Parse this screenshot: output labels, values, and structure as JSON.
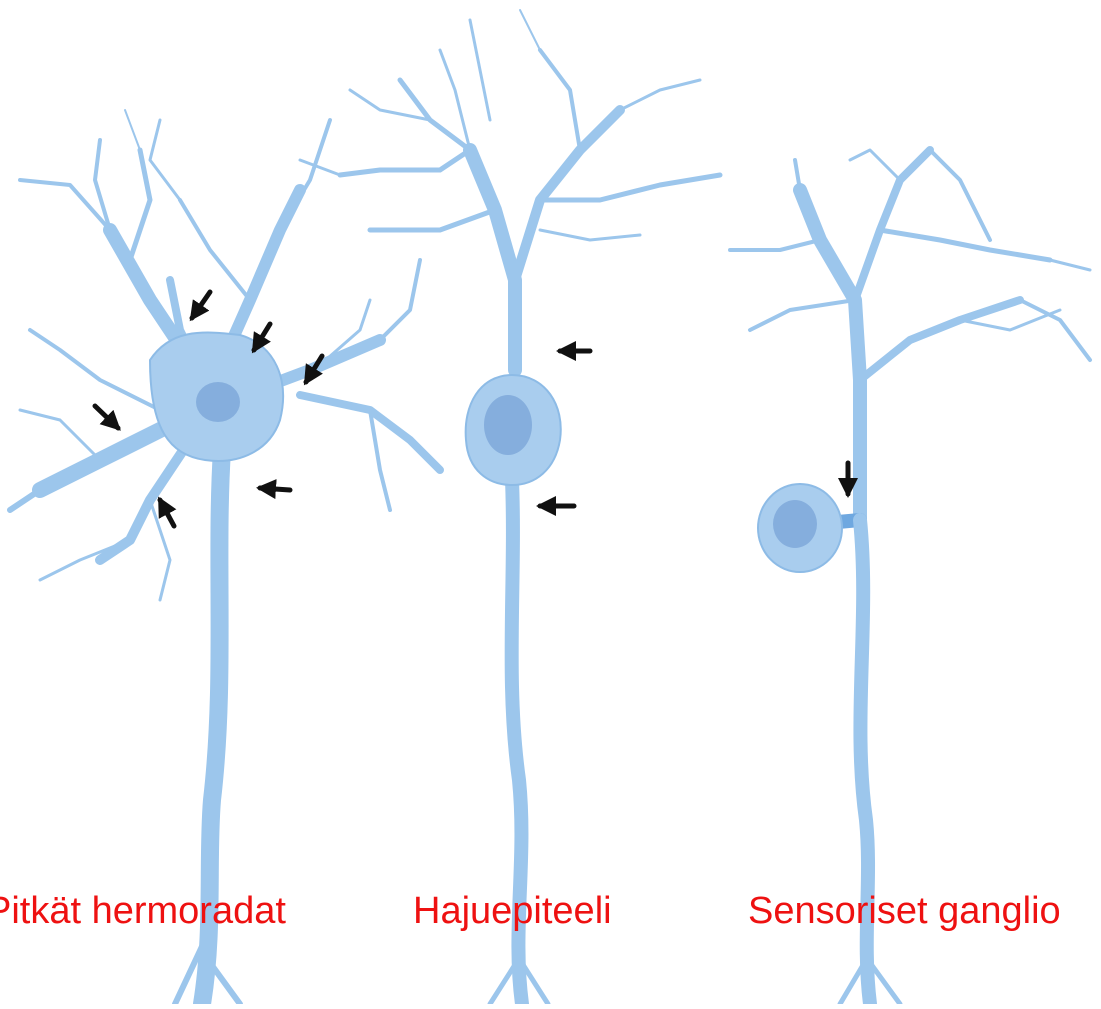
{
  "colors": {
    "neuron_fill": "#a9cdee",
    "neuron_stroke": "#8dbbe6",
    "nucleus": "#85aedd",
    "arrow": "#111111",
    "label": "#ee1111"
  },
  "labels": {
    "neuron_1": "Pitkät hermoradat",
    "neuron_2": "Hajuepiteeli",
    "neuron_3": "Sensoriset ganglio"
  }
}
